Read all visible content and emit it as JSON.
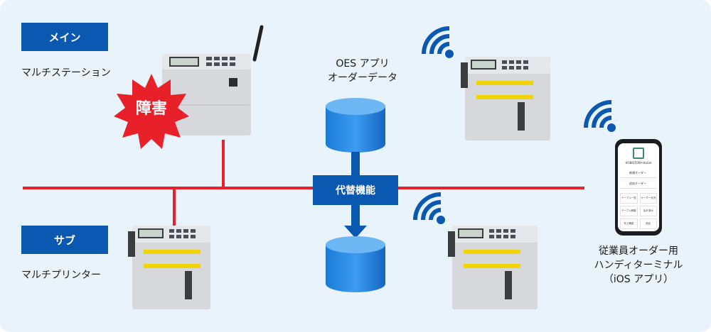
{
  "main_tag": "メイン",
  "main_label": "マルチステーション",
  "sub_tag": "サブ",
  "sub_label": "マルチプリンター",
  "fault_label": "障害",
  "oes_lines": [
    "OES アプリ",
    "オーダーデータ"
  ],
  "backup_label": "代替機能",
  "handy_lines": [
    "従業員オーダー用",
    "ハンディターミナル",
    "（iOS アプリ）"
  ],
  "phone": {
    "brand": "HOBISTORA-HaGel",
    "menu": [
      "新規オーダー",
      "追加オーダー"
    ],
    "grid": [
      "テーブル一覧",
      "オーダー状況",
      "テーブル移動",
      "会計済み",
      "売上確認",
      "設定"
    ]
  },
  "colors": {
    "background": "#e8f3fc",
    "accent_blue": "#0b58b0",
    "network_red": "#e8202a",
    "burst_red": "#e8202a",
    "wifi_blue": "#0b58b0"
  }
}
